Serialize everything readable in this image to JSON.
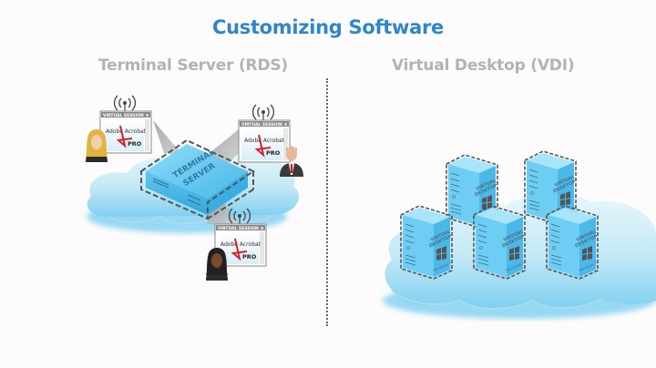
{
  "title": "Customizing Software",
  "left_section": {
    "heading": "Terminal Server (RDS)",
    "server_label_line1": "TERMINAL",
    "server_label_line2": "SERVER",
    "sessions": [
      {
        "window_title": "VIRTUAL SESSION",
        "app_name": "Adobe Acrobat",
        "app_badge": "PRO",
        "user": "woman-blonde"
      },
      {
        "window_title": "VIRTUAL SESSION",
        "app_name": "Adobe Acrobat",
        "app_badge": "PRO",
        "user": "man-suit"
      },
      {
        "window_title": "VIRTUAL SESSION",
        "app_name": "Adobe Acrobat",
        "app_badge": "PRO",
        "user": "woman-dark-hair"
      }
    ],
    "close_glyph": "x"
  },
  "right_section": {
    "heading": "Virtual Desktop (VDI)",
    "desktops": [
      {
        "label_line1": "VIRTUAL",
        "label_line2": "DESKTOP",
        "os": "Windows 7"
      },
      {
        "label_line1": "VIRTUAL",
        "label_line2": "DESKTOP",
        "os": "Windows 7"
      },
      {
        "label_line1": "VIRTUAL",
        "label_line2": "DESKTOP",
        "os": "Windows 7"
      },
      {
        "label_line1": "VIRTUAL",
        "label_line2": "DESKTOP",
        "os": "Windows 7"
      },
      {
        "label_line1": "VIRTUAL",
        "label_line2": "DESKTOP",
        "os": "Windows 7"
      }
    ]
  },
  "colors": {
    "title": "#2f86c9",
    "heading": "#b3b3b3",
    "cloud": "#c5e9f7",
    "server": "#5bc3ec",
    "pdf_red": "#d2232a"
  }
}
